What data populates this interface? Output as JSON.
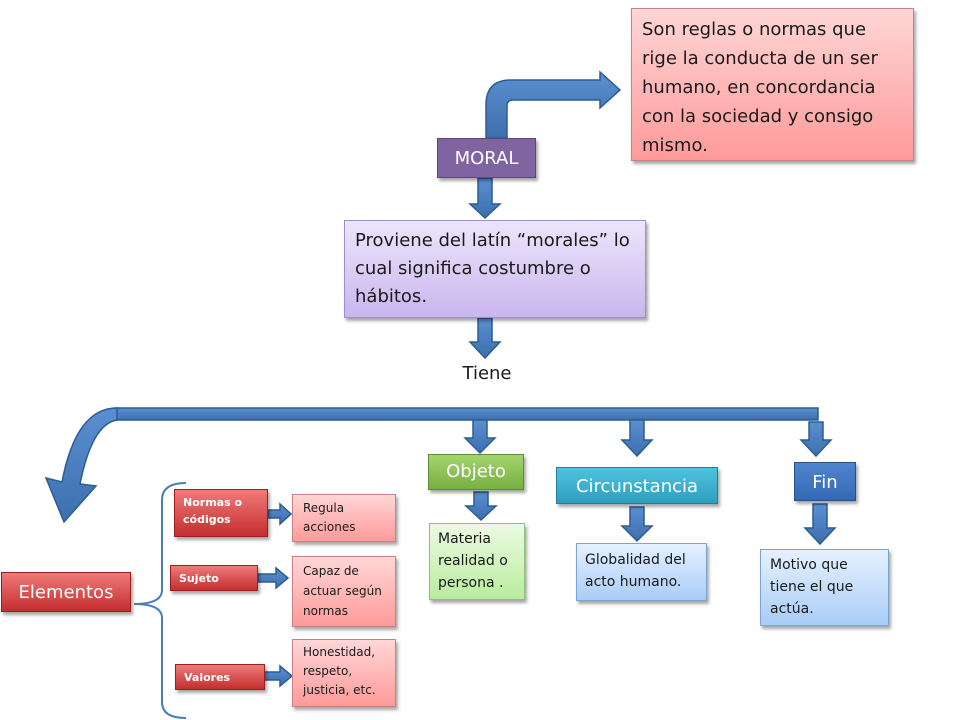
{
  "moral": "MORAL",
  "definition": "Son reglas o normas que rige la conducta de un ser humano, en concordancia con la sociedad y consigo mismo.",
  "origin": "Proviene del latín “morales” lo cual significa costumbre o hábitos.",
  "tiene": "Tiene",
  "elementos": "Elementos",
  "objeto": {
    "label": "Objeto",
    "desc": "Materia realidad o persona ."
  },
  "circunstancia": {
    "label": "Circunstancia",
    "desc": "Globalidad del acto humano."
  },
  "fin": {
    "label": "Fin",
    "desc": "Motivo que tiene el que actúa."
  },
  "items": [
    {
      "label": "Normas o códigos",
      "desc": "Regula acciones"
    },
    {
      "label": "Sujeto",
      "desc": "Capaz de actuar según normas"
    },
    {
      "label": "Valores",
      "desc": "Honestidad, respeto, justicia, etc."
    }
  ],
  "colors": {
    "arrow": "#4a7ebb",
    "arrow_stroke": "#2c5d92",
    "moral": "#8064a2",
    "elementos": "#c0504d"
  }
}
